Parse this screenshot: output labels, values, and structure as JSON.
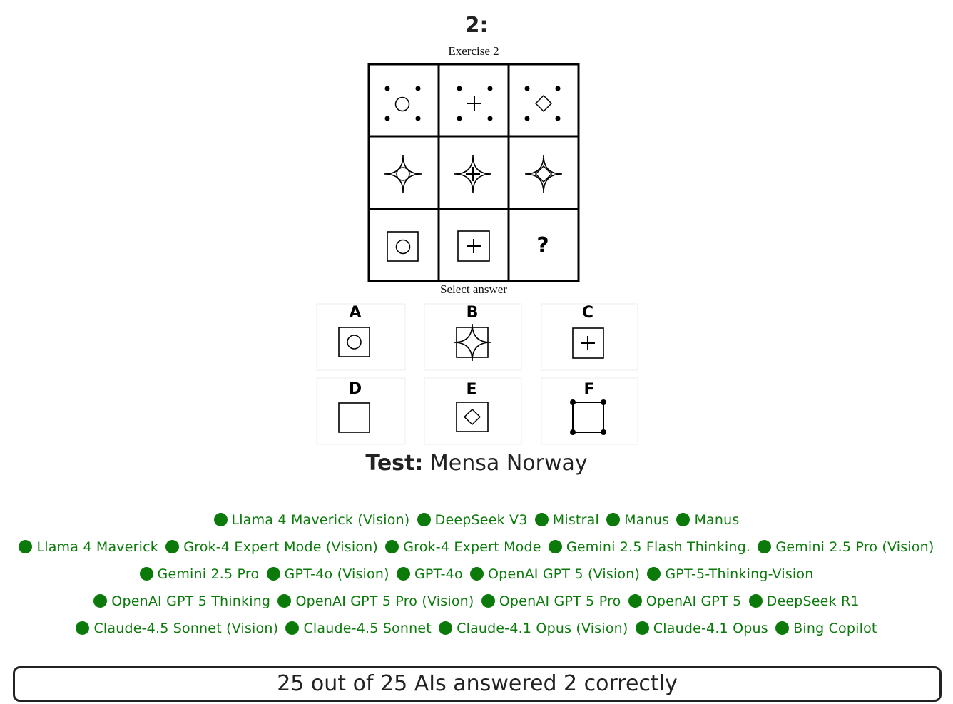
{
  "question": {
    "number_label": "2:",
    "exercise_label": "Exercise 2",
    "select_label": "Select answer",
    "missing_cell_symbol": "?",
    "options": [
      {
        "letter": "A",
        "icon": "circle-in-square-icon"
      },
      {
        "letter": "B",
        "icon": "star-in-square-icon"
      },
      {
        "letter": "C",
        "icon": "plus-in-square-icon"
      },
      {
        "letter": "D",
        "icon": "empty-square-icon"
      },
      {
        "letter": "E",
        "icon": "diamond-in-square-icon"
      },
      {
        "letter": "F",
        "icon": "square-with-corner-dots-icon"
      }
    ]
  },
  "test": {
    "label": "Test:",
    "name": "Mensa Norway"
  },
  "ai_rows": [
    [
      "Llama 4 Maverick (Vision)",
      "DeepSeek V3",
      "Mistral",
      "Manus",
      "Manus"
    ],
    [
      "Llama 4 Maverick",
      "Grok-4 Expert Mode (Vision)",
      "Grok-4 Expert Mode",
      "Gemini 2.5 Flash Thinking.",
      "Gemini 2.5 Pro (Vision)"
    ],
    [
      "Gemini 2.5 Pro",
      "GPT-4o (Vision)",
      "GPT-4o",
      "OpenAI GPT 5 (Vision)",
      "GPT-5-Thinking-Vision"
    ],
    [
      "OpenAI GPT 5 Thinking",
      "OpenAI GPT 5 Pro (Vision)",
      "OpenAI GPT 5 Pro",
      "OpenAI GPT 5",
      "DeepSeek R1"
    ],
    [
      "Claude-4.5 Sonnet (Vision)",
      "Claude-4.5 Sonnet",
      "Claude-4.1 Opus (Vision)",
      "Claude-4.1 Opus",
      "Bing Copilot"
    ]
  ],
  "colors": {
    "correct_green": "#0b7a0b",
    "text_dark": "#222222"
  },
  "result": {
    "summary": "25 out of 25 AIs answered 2 correctly"
  }
}
